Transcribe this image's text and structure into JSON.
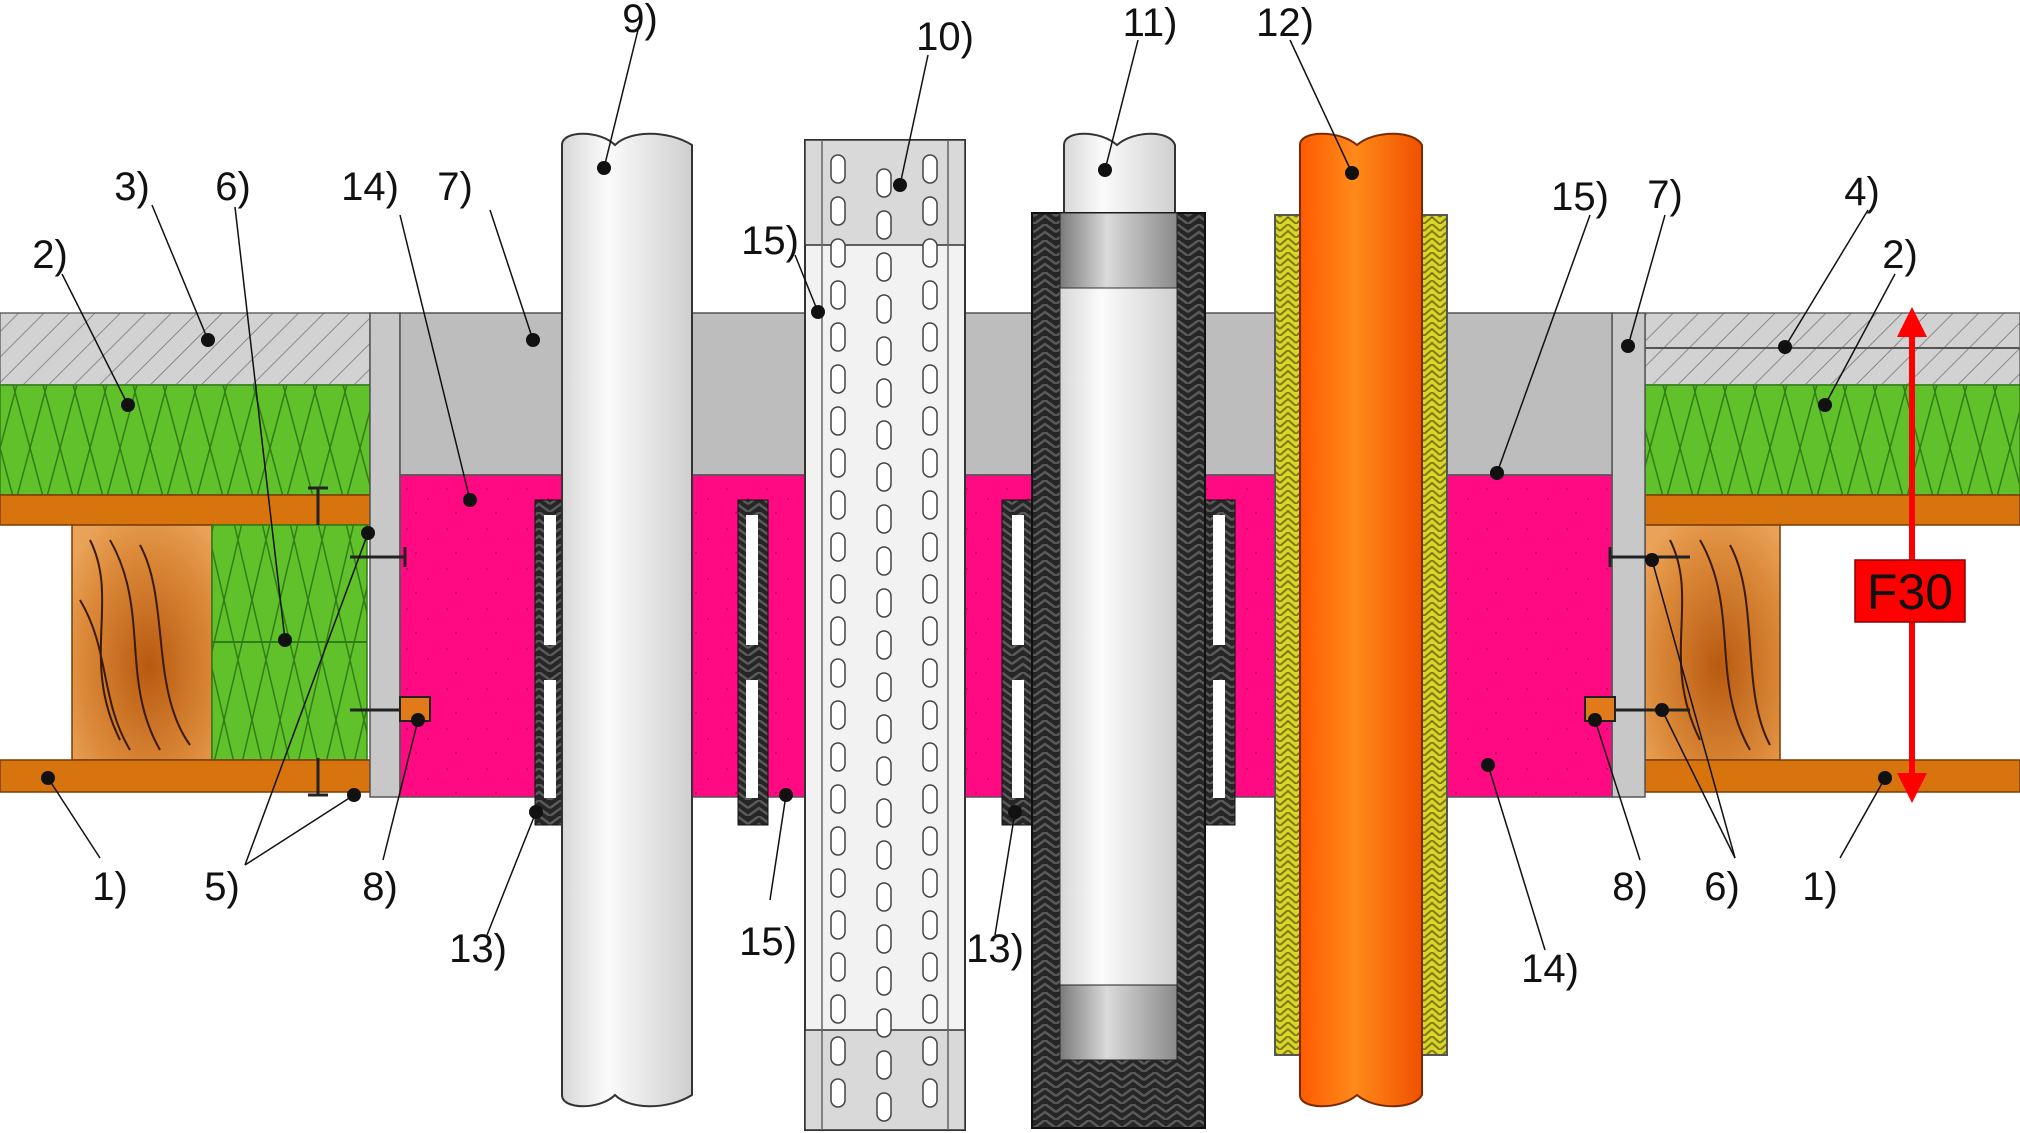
{
  "diagram": {
    "colors": {
      "timber": "#d8740e",
      "insulation": "#61c12a",
      "board_hatch": "#cfcfcf",
      "grey_layer": "#bdbdbd",
      "pink_fill": "#ff0a82",
      "orange_pipe": "#ff6a00",
      "yellow_sleeve": "#d9d62a",
      "dark_shell": "#222222",
      "f30_box": "#ff0000"
    },
    "fire_rating": "F30",
    "labels": [
      {
        "id": "l1a",
        "text": "1)"
      },
      {
        "id": "l1b",
        "text": "1)"
      },
      {
        "id": "l2a",
        "text": "2)"
      },
      {
        "id": "l2b",
        "text": "2)"
      },
      {
        "id": "l3",
        "text": "3)"
      },
      {
        "id": "l4",
        "text": "4)"
      },
      {
        "id": "l5",
        "text": "5)"
      },
      {
        "id": "l6a",
        "text": "6)"
      },
      {
        "id": "l6b",
        "text": "6)"
      },
      {
        "id": "l7a",
        "text": "7)"
      },
      {
        "id": "l7b",
        "text": "7)"
      },
      {
        "id": "l8a",
        "text": "8)"
      },
      {
        "id": "l8b",
        "text": "8)"
      },
      {
        "id": "l9",
        "text": "9)"
      },
      {
        "id": "l10",
        "text": "10)"
      },
      {
        "id": "l11",
        "text": "11)"
      },
      {
        "id": "l12",
        "text": "12)"
      },
      {
        "id": "l13a",
        "text": "13)"
      },
      {
        "id": "l13b",
        "text": "13)"
      },
      {
        "id": "l14a",
        "text": "14)"
      },
      {
        "id": "l14b",
        "text": "14)"
      },
      {
        "id": "l15a",
        "text": "15)"
      },
      {
        "id": "l15b",
        "text": "15)"
      },
      {
        "id": "l15c",
        "text": "15)"
      }
    ]
  }
}
